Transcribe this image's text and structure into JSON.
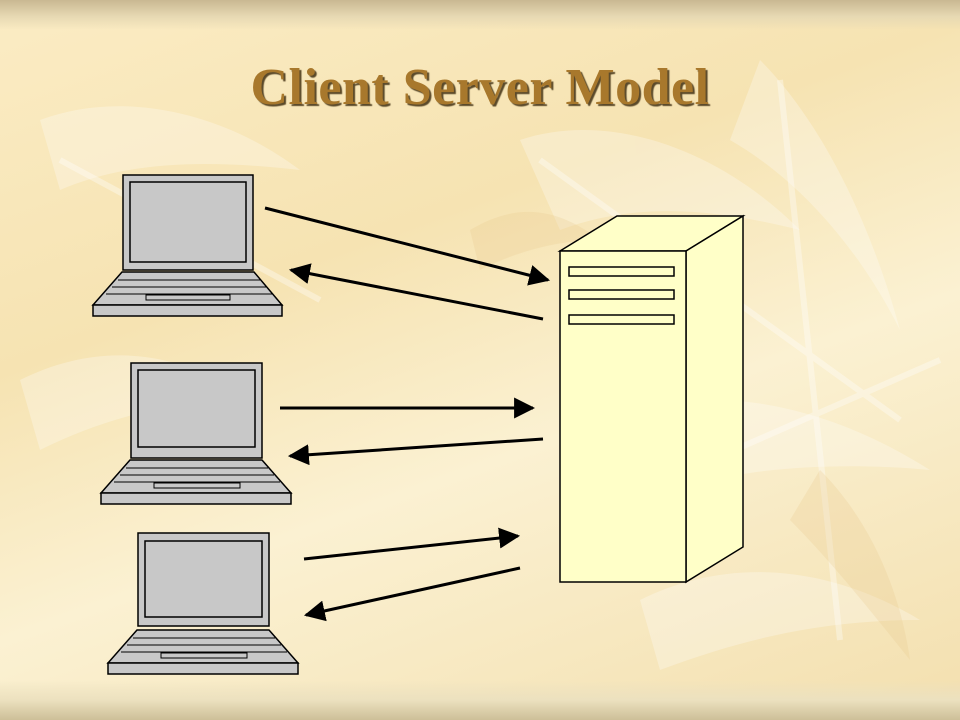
{
  "slide": {
    "title": "Client Server Model"
  },
  "diagram": {
    "clients": [
      {
        "icon": "laptop-icon"
      },
      {
        "icon": "laptop-icon"
      },
      {
        "icon": "laptop-icon"
      }
    ],
    "server": {
      "icon": "server-tower-icon"
    },
    "connections": [
      {
        "from": "client-1",
        "to": "server",
        "direction": "request"
      },
      {
        "from": "server",
        "to": "client-1",
        "direction": "response"
      },
      {
        "from": "client-2",
        "to": "server",
        "direction": "request"
      },
      {
        "from": "server",
        "to": "client-2",
        "direction": "response"
      },
      {
        "from": "client-3",
        "to": "server",
        "direction": "request"
      },
      {
        "from": "server",
        "to": "client-3",
        "direction": "response"
      }
    ]
  },
  "colors": {
    "title": "#a8782c",
    "title_shadow": "#5b4a2a",
    "background": "#f6e3b2",
    "server_fill": "#ffffc8",
    "laptop_fill": "#c8c8c8",
    "arrow": "#000000"
  }
}
